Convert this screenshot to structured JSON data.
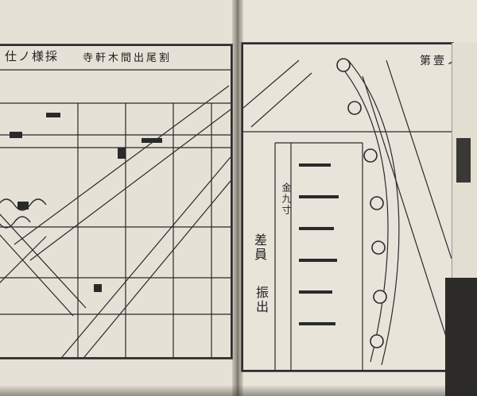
{
  "left_page": {
    "header": "仕ノ様採",
    "sub_header": "寺軒木間出尾割"
  },
  "right_page": {
    "figure_title": "第壹ノ圖",
    "side_label_left": "差員",
    "side_label_mid": "振出",
    "measure": "金九寸"
  },
  "colors": {
    "paper": "#e6e1d6",
    "ink": "#2a2a2a",
    "binding": "#2d2b28"
  }
}
